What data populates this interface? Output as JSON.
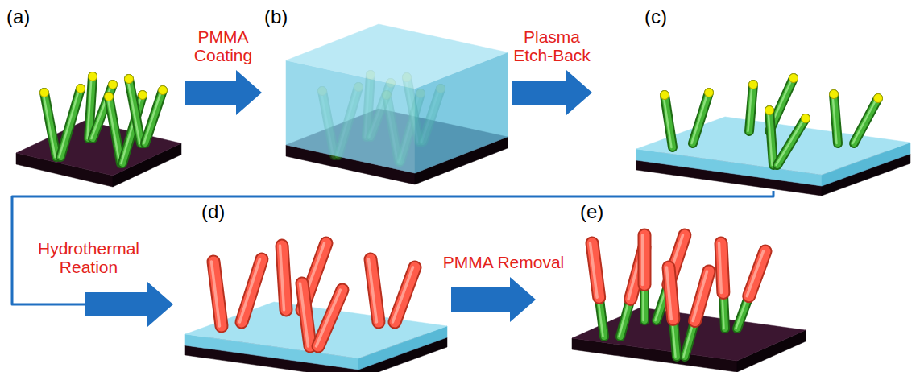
{
  "diagram": {
    "nodes": [
      {
        "text": [
          "(a)"
        ]
      },
      {
        "text": [
          "(b)"
        ]
      },
      {
        "text": [
          "(c)"
        ]
      },
      {
        "text": [
          "(d)"
        ]
      },
      {
        "text": [
          "(e)"
        ]
      }
    ],
    "edges": [
      {
        "from": 0,
        "to": 1,
        "arrow": "to",
        "label": "PMMA Coating"
      },
      {
        "from": 1,
        "to": 2,
        "arrow": "to",
        "label": "Plasma Etch-Back"
      },
      {
        "from": 2,
        "to": 3,
        "arrow": "to",
        "label": "Hydrothermal Reation"
      },
      {
        "from": 3,
        "to": 4,
        "arrow": "to",
        "label": "PMMA Removal"
      }
    ]
  }
}
